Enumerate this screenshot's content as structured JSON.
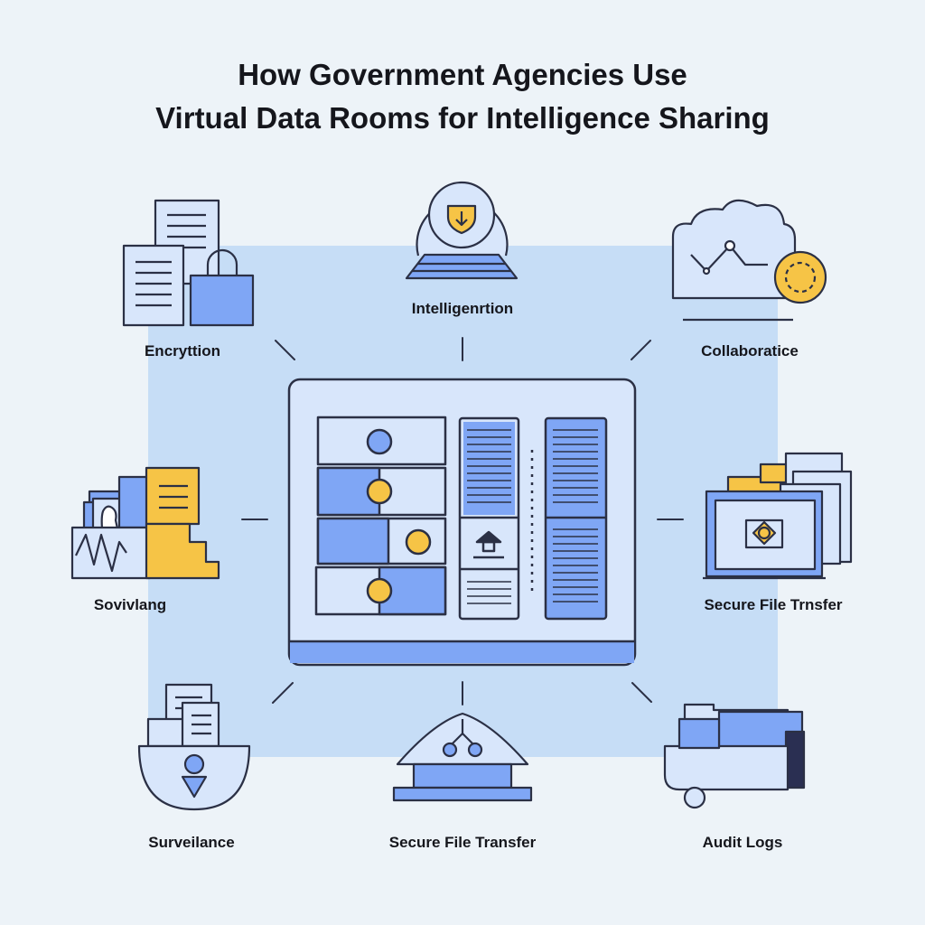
{
  "title": {
    "line1": "How Government Agencies Use",
    "line2": "Virtual Data Rooms for Intelligence Sharing"
  },
  "nodes": {
    "top_left": {
      "label": "Encryttion",
      "icon": "documents-padlock-icon"
    },
    "top_center": {
      "label": "Intelligenrtion",
      "icon": "shield-dome-icon"
    },
    "top_right": {
      "label": "Collaboratice",
      "icon": "cloud-chart-icon"
    },
    "mid_left": {
      "label": "Sovivlang",
      "icon": "monitoring-folders-icon"
    },
    "mid_right": {
      "label": "Secure File Trnsfer",
      "icon": "laptop-files-icon"
    },
    "bottom_left": {
      "label": "Surveilance",
      "icon": "bowl-documents-icon"
    },
    "bottom_center": {
      "label": "Secure File Transfer",
      "icon": "tent-network-icon"
    },
    "bottom_right": {
      "label": "Audit Logs",
      "icon": "cart-folders-icon"
    }
  },
  "center": {
    "icon": "data-room-server-icon"
  },
  "colors": {
    "background": "#edf3f8",
    "panel": "#c6ddf6",
    "blue": "#7fa6f5",
    "blue_light": "#d8e6fb",
    "outline": "#2b3045",
    "yellow": "#f6c446",
    "navy": "#2a2f52"
  }
}
